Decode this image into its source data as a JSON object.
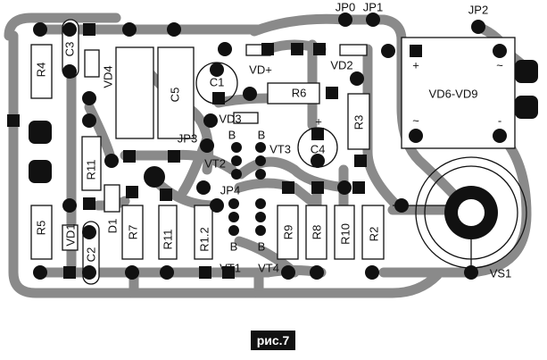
{
  "figure": {
    "caption": "рис.7",
    "colors": {
      "trace": "#8a8a8a",
      "pad": "#111111",
      "silk": "#111111",
      "board_bg": "#ffffff"
    }
  },
  "labels": {
    "jp0": "JP0",
    "jp1": "JP1",
    "jp2": "JP2",
    "jp3": "JP3",
    "jp4": "JP4",
    "r4": "R4",
    "c3": "C3",
    "vd4": "VD4",
    "c5": "C5",
    "c1": "C1",
    "vd_plus": "VD+",
    "vd2": "VD2",
    "r6": "R6",
    "vd3": "VD3",
    "b1": "B",
    "b2": "B",
    "vt2": "VT2",
    "vt3": "VT3",
    "c4": "C4",
    "c4_plus": "+",
    "r3": "R3",
    "bridge": "VD6-VD9",
    "bridge_plus": "+",
    "bridge_ac1": "~",
    "bridge_ac2": "~",
    "bridge_minus": "-",
    "r11a": "R11",
    "r5": "R5",
    "vd1": "VD1",
    "c2": "C2",
    "d1": "D1",
    "r7": "R7",
    "r11b": "R11",
    "r12": "R1.2",
    "b3": "B",
    "b4": "B",
    "vt1": "VT1",
    "vt4": "VT4",
    "r9": "R9",
    "r8": "R8",
    "r10": "R10",
    "r2": "R2",
    "vs1": "VS1"
  }
}
